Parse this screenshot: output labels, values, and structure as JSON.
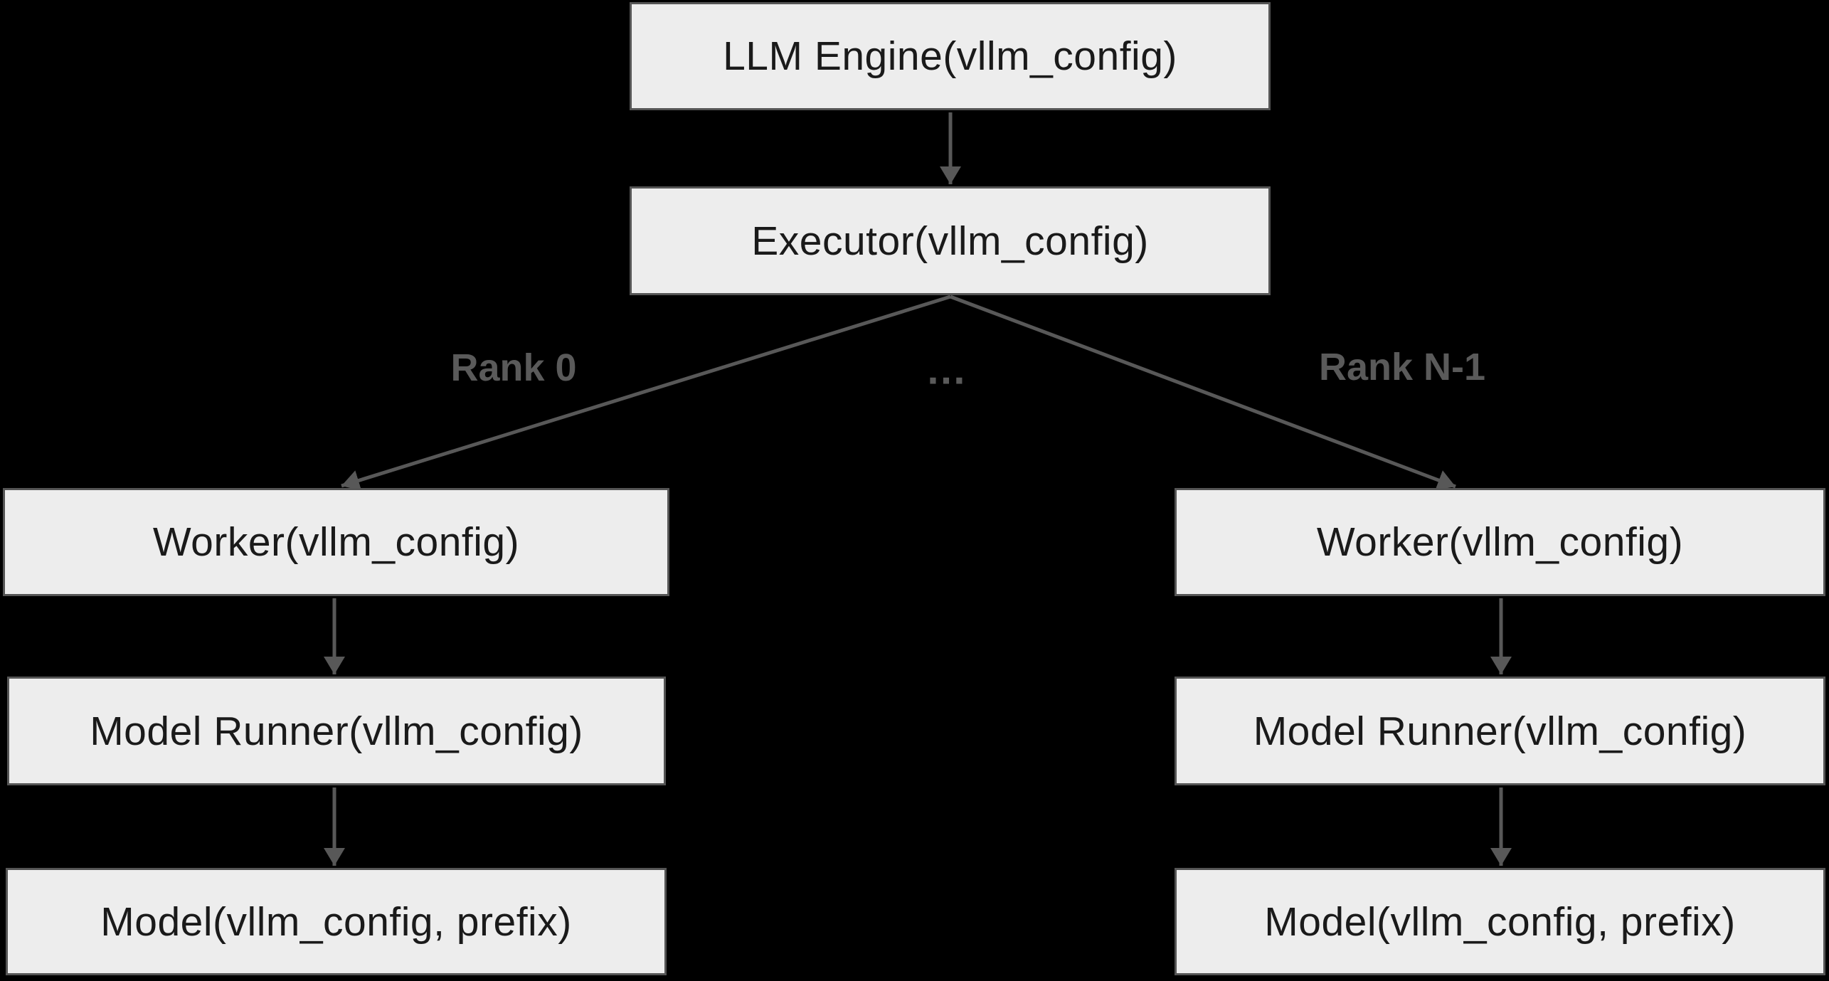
{
  "diagram": {
    "colors": {
      "background": "#000000",
      "node_fill": "#ededed",
      "node_border": "#555555",
      "node_text": "#1a1a1a",
      "edge": "#585858",
      "edge_label": "#5a5a5a"
    },
    "nodes": {
      "llm_engine": {
        "label": "LLM Engine(vllm_config)"
      },
      "executor": {
        "label": "Executor(vllm_config)"
      },
      "worker_left": {
        "label": "Worker(vllm_config)"
      },
      "worker_right": {
        "label": "Worker(vllm_config)"
      },
      "model_runner_left": {
        "label": "Model Runner(vllm_config)"
      },
      "model_runner_right": {
        "label": "Model Runner(vllm_config)"
      },
      "model_left": {
        "label": "Model(vllm_config, prefix)"
      },
      "model_right": {
        "label": "Model(vllm_config, prefix)"
      }
    },
    "edge_labels": {
      "rank0": "Rank 0",
      "ellipsis": "…",
      "rank_n_minus_1": "Rank N-1"
    }
  }
}
